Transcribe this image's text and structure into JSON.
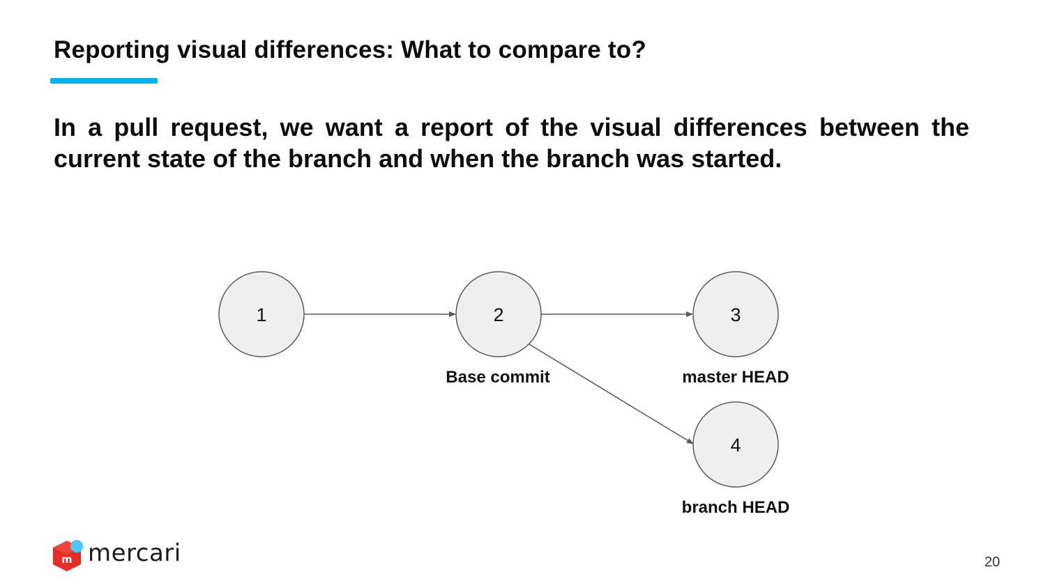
{
  "slide": {
    "title": "Reporting visual differences: What to compare to?",
    "body": "In a pull request, we want a report of the visual differences between the current state of the branch and when the branch was started.",
    "page_number": "20"
  },
  "diagram": {
    "nodes": [
      {
        "id": "1",
        "label": "1",
        "caption": ""
      },
      {
        "id": "2",
        "label": "2",
        "caption": "Base commit"
      },
      {
        "id": "3",
        "label": "3",
        "caption": "master HEAD"
      },
      {
        "id": "4",
        "label": "4",
        "caption": "branch HEAD"
      }
    ],
    "edges": [
      {
        "from": "1",
        "to": "2"
      },
      {
        "from": "2",
        "to": "3"
      },
      {
        "from": "2",
        "to": "4"
      }
    ]
  },
  "branding": {
    "logo_text": "mercari",
    "logo_icon": "mercari-cube-icon"
  },
  "colors": {
    "accent": "#00b4ee",
    "logo_red": "#e52d27",
    "logo_dot": "#4dc9f6"
  }
}
